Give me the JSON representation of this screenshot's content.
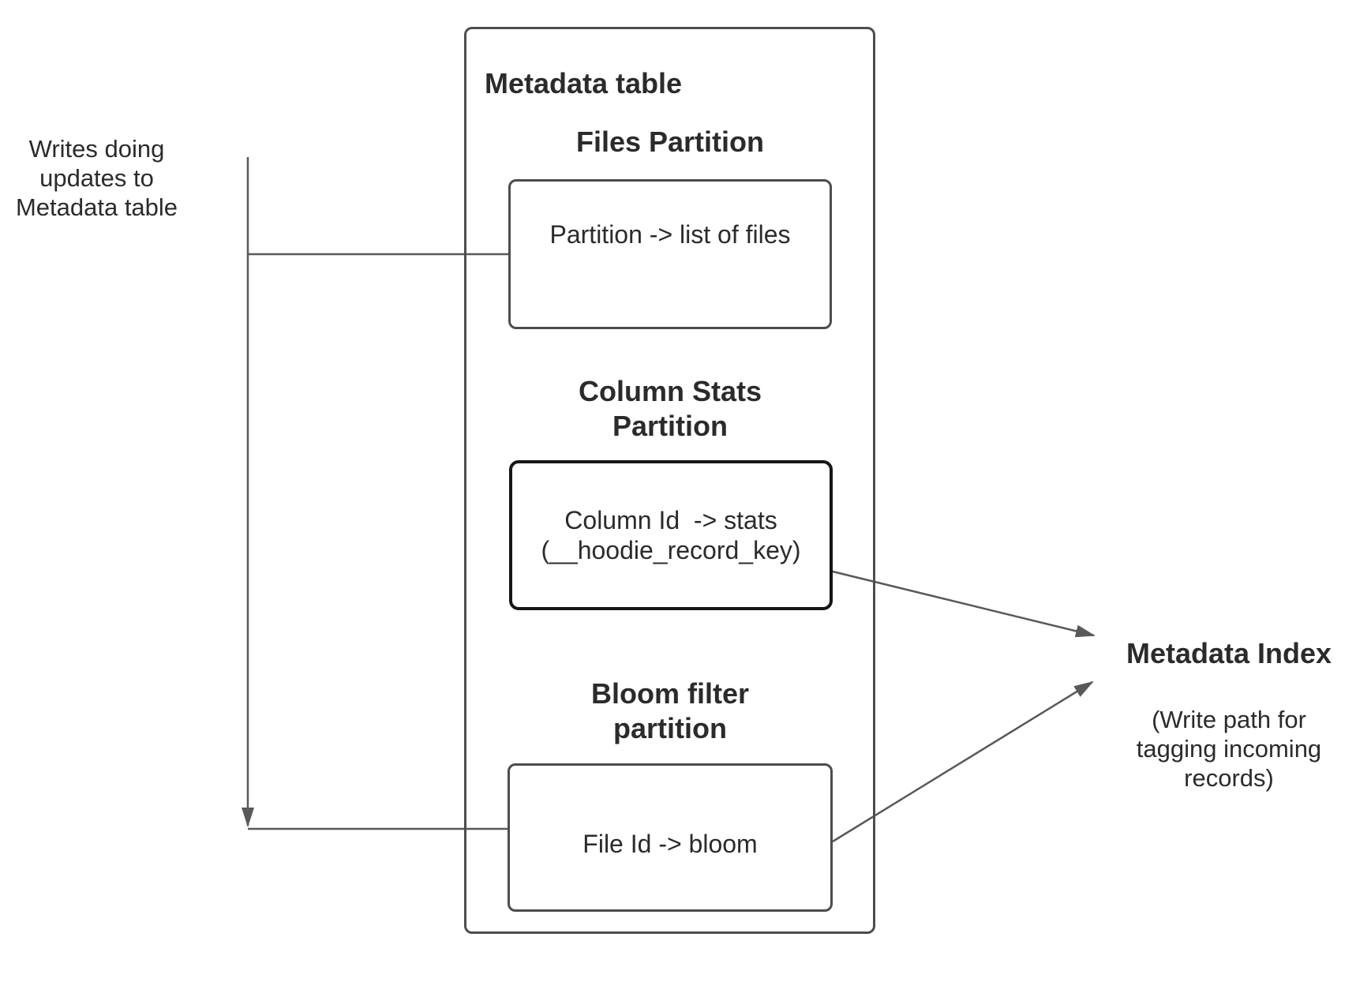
{
  "left_note": {
    "text": "Writes doing\nupdates to\nMetadata table"
  },
  "table": {
    "title": "Metadata table",
    "sections": [
      {
        "heading": "Files Partition",
        "body": "Partition -> list of files"
      },
      {
        "heading": "Column Stats\nPartition",
        "body": "Column Id  -> stats\n(__hoodie_record_key)"
      },
      {
        "heading": "Bloom filter\npartition",
        "body": "File Id -> bloom"
      }
    ]
  },
  "index": {
    "title": "Metadata Index",
    "subtitle": "(Write path for\ntagging incoming\nrecords)"
  },
  "colors": {
    "background": "#ffffff",
    "box_border": "#4d4d4d",
    "emphasis_box_border": "#161616",
    "connector": "#595959",
    "text": "#2b2b2b"
  }
}
